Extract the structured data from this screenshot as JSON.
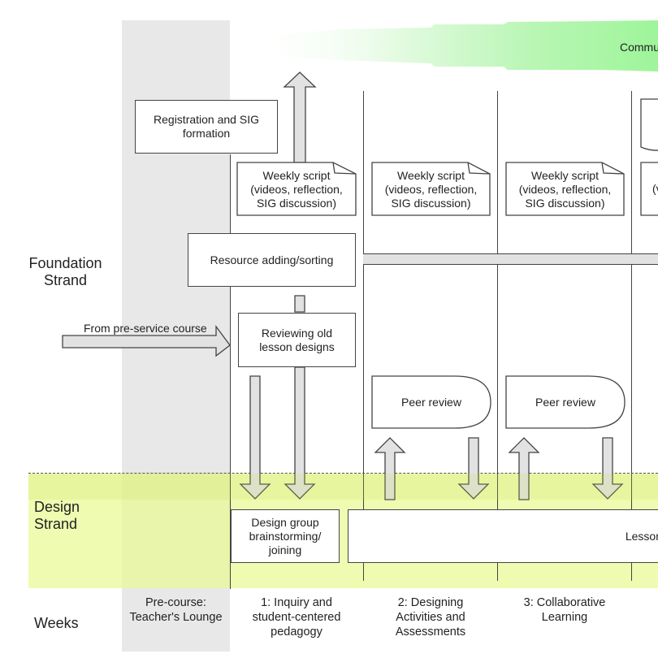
{
  "colors": {
    "precourse_band": "#e8e8e8",
    "design_band": "#eefaa0",
    "community_gradient_end": "#9ef59a",
    "arrow_fill": "#e2e2e2",
    "arrow_fill_in_design": "#d2dc9c",
    "line": "#444444"
  },
  "community": {
    "label": "Commu"
  },
  "strands": {
    "foundation": "Foundation\nStrand",
    "design": "Design\nStrand",
    "weeks": "Weeks"
  },
  "boxes": {
    "registration": "Registration and SIG formation",
    "resource": "Resource adding/sorting",
    "reviewing": "Reviewing old lesson designs",
    "design_group": "Design group brainstorming/ joining",
    "lesson": "Lesson",
    "peer_review_1": "Peer review",
    "peer_review_2": "Peer review"
  },
  "weekly_scripts": [
    {
      "line1": "Weekly script",
      "line2": "(videos, reflection,",
      "line3": "SIG discussion)"
    },
    {
      "line1": "Weekly script",
      "line2": "(videos, reflection,",
      "line3": "SIG discussion)"
    },
    {
      "line1": "Weekly script",
      "line2": "(videos, reflection,",
      "line3": "SIG discussion)"
    },
    {
      "line1": "",
      "line2": "(v",
      "line3": ""
    }
  ],
  "arrows": {
    "from_preservice": "From pre-service  course"
  },
  "weeks": [
    {
      "label": "Pre-course:\nTeacher's Lounge"
    },
    {
      "label": "1: Inquiry and\nstudent-centered\npedagogy"
    },
    {
      "label": "2: Designing\nActivities and\nAssessments"
    },
    {
      "label": "3: Collaborative\nLearning"
    }
  ]
}
